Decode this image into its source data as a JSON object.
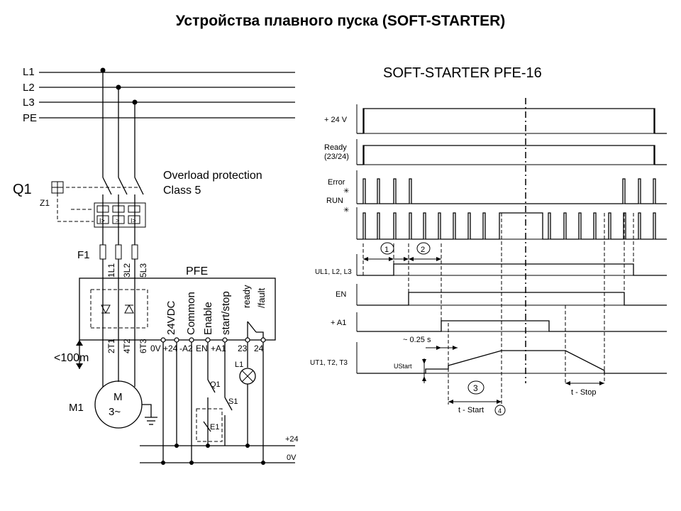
{
  "title": "Устройства плавного пуска (SOFT-STARTER)",
  "schematic": {
    "phases": [
      "L1",
      "L2",
      "L3",
      "PE"
    ],
    "breaker": "Q1",
    "breaker_sub": "Z1",
    "overload_line1": "Overload protection",
    "overload_line2": "Class 5",
    "fuse": "F1",
    "input_terminals": [
      "1L1",
      "3L2",
      "5L3"
    ],
    "device": "PFE",
    "output_terminals": [
      "2T1",
      "4T2",
      "6T3"
    ],
    "control_labels": [
      "24VDC",
      "Common",
      "Enable",
      "start/stop",
      "ready",
      "/fault"
    ],
    "terminals": [
      "0V",
      "+24",
      "-A2",
      "EN",
      "+A1",
      "23",
      "24"
    ],
    "cable": "<100m",
    "motor": "M1",
    "motor_line1": "M",
    "motor_line2": "3~",
    "q1_contact": "Q1",
    "s1_switch": "S1",
    "e1": "E1",
    "lamp": "L1",
    "rail_plus": "+24",
    "rail_zero": "0V"
  },
  "timing": {
    "title": "SOFT-STARTER PFE-16",
    "labels": {
      "v24": "+ 24 V",
      "ready1": "Ready",
      "ready2": "(23/24)",
      "error": "Error",
      "run": "RUN",
      "ul": "UL1, L2, L3",
      "en": "EN",
      "a1": "+ A1",
      "ut": "UT1, T2, T3",
      "ustart": "UStart",
      "delay": "~ 0.25 s",
      "t_start": "t - Start",
      "t_stop": "t - Stop"
    },
    "markers": [
      "1",
      "2",
      "3",
      "4"
    ]
  }
}
